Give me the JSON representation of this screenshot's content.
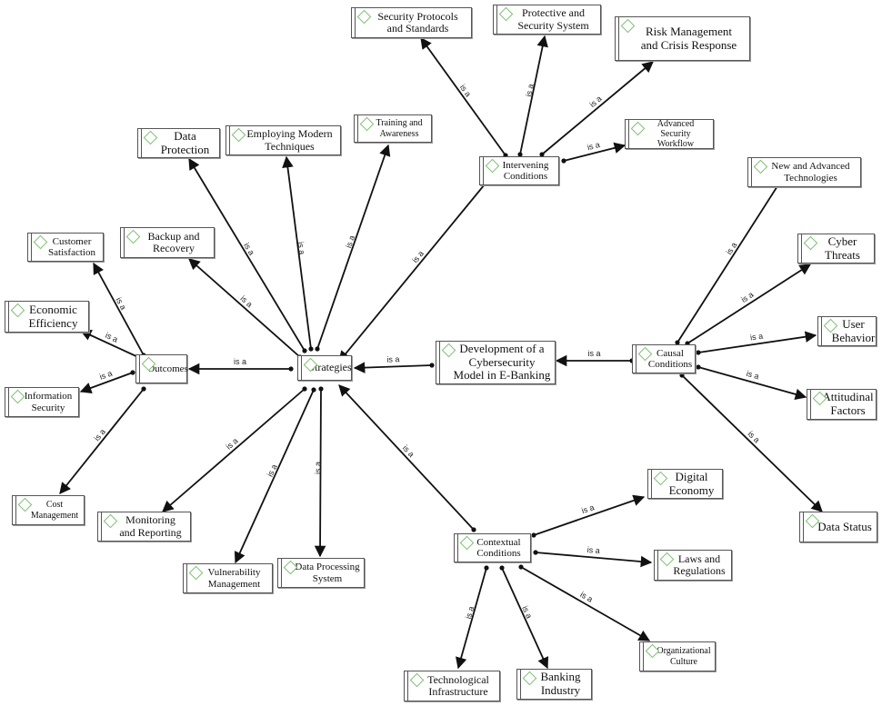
{
  "relation_label": "is a",
  "nodes": {
    "strategies": "Strategies",
    "central": "Development of a\nCybersecurity\nModel in E-Banking",
    "causal": "Causal\nConditions",
    "intervening": "Intervening\nConditions",
    "contextual": "Contextual\nConditions",
    "outcomes": "Outcomes",
    "security_protocols": "Security Protocols\nand Standards",
    "protective_system": "Protective and\nSecurity System",
    "risk_management": "Risk Management\nand Crisis Response",
    "advanced_workflow": "Advanced Security\nWorkflow",
    "new_technologies": "New and Advanced\nTechnologies",
    "cyber_threats": "Cyber\nThreats",
    "user_behavior": "User\nBehavior",
    "attitudinal_factors": "Attitudinal\nFactors",
    "data_status": "Data Status",
    "digital_economy": "Digital\nEconomy",
    "laws_regulations": "Laws and\nRegulations",
    "organizational_culture": "Organizational\nCulture",
    "banking_industry": "Banking\nIndustry",
    "technological_infrastructure": "Technological\nInfrastructure",
    "data_processing": "Data Processing\nSystem",
    "vulnerability_management": "Vulnerability\nManagement",
    "monitoring_reporting": "Monitoring\nand Reporting",
    "cost_management": "Cost\nManagement",
    "information_security": "Information\nSecurity",
    "economic_efficiency": "Economic\nEfficiency",
    "customer_satisfaction": "Customer\nSatisfaction",
    "backup_recovery": "Backup and\nRecovery",
    "data_protection": "Data\nProtection",
    "modern_techniques": "Employing Modern\nTechniques",
    "training_awareness": "Training and\nAwareness"
  },
  "colors": {
    "line": "#111111",
    "node_border": "#555555",
    "icon": "#7cc070"
  }
}
